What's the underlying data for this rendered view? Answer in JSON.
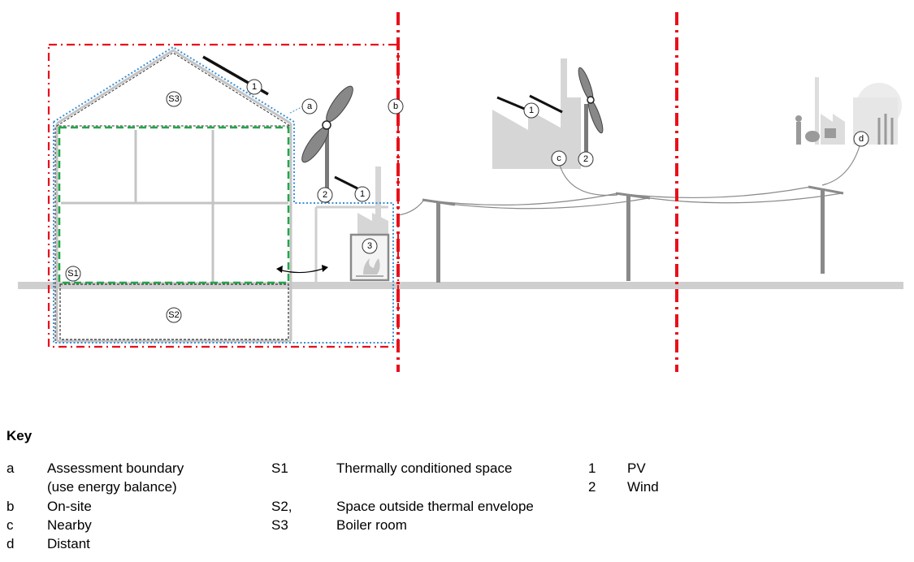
{
  "labels": {
    "a": "a",
    "b": "b",
    "c": "c",
    "d": "d",
    "s1": "S1",
    "s2": "S2",
    "s3": "S3",
    "one": "1",
    "two": "2",
    "three": "3"
  },
  "key": {
    "title": "Key",
    "letters": [
      {
        "code": "a",
        "text": "Assessment boundary",
        "text2": "(use energy balance)"
      },
      {
        "code": "b",
        "text": "On-site"
      },
      {
        "code": "c",
        "text": "Nearby"
      },
      {
        "code": "d",
        "text": "Distant"
      }
    ],
    "spaces": [
      {
        "code": "S1",
        "text": "Thermally conditioned space"
      },
      {
        "code": "S2,",
        "text": "Space outside thermal envelope"
      },
      {
        "code": "S3",
        "text": "Boiler room"
      }
    ],
    "numbers": [
      {
        "code": "1",
        "text": "PV"
      },
      {
        "code": "2",
        "text": "Wind"
      }
    ]
  },
  "colors": {
    "boundary": "#e8101a",
    "conditioned": "#22a84a",
    "envelope": "#3a8fd6",
    "grey": "#b9b9b9",
    "dark_grey": "#7a7a7a"
  }
}
